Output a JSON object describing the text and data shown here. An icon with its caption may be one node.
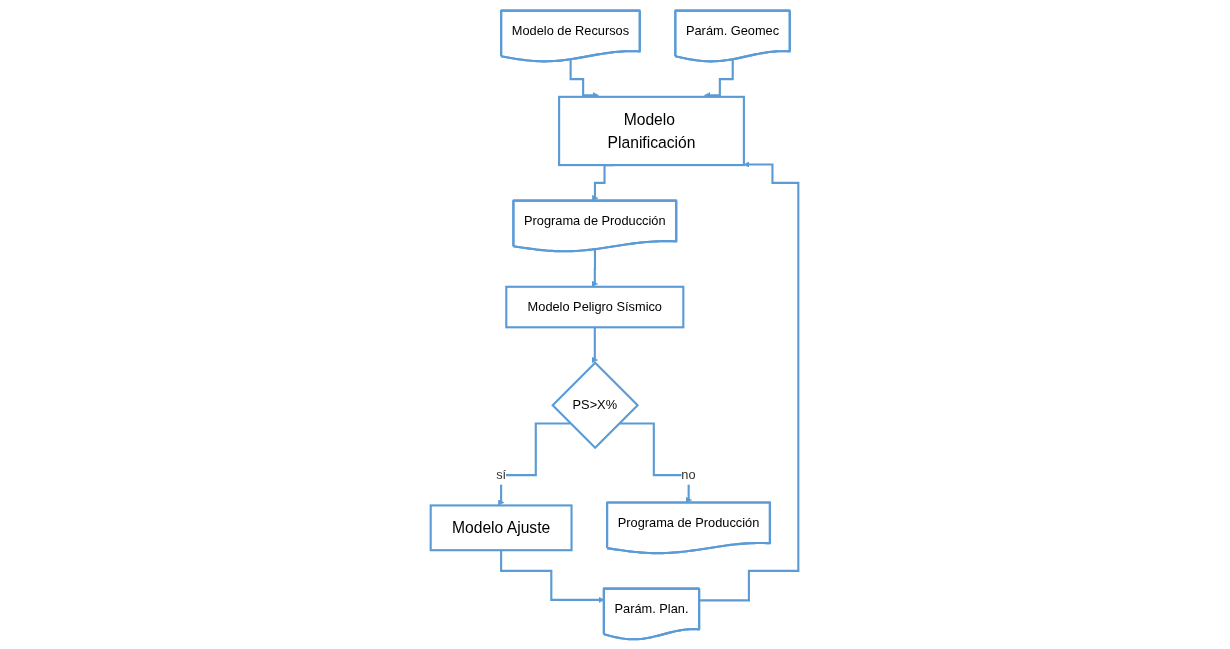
{
  "diagram": {
    "nodes": [
      {
        "text": [
          "Modelo de Recursos"
        ]
      },
      {
        "text": [
          "Parám. Geomec"
        ]
      },
      {
        "text": [
          "Parám. Plan."
        ]
      },
      {
        "text": [
          "Modelo Ajuste"
        ]
      },
      {
        "text": [
          "Modelo Planificación"
        ]
      },
      {
        "text": [
          "Programa de Producción"
        ]
      },
      {
        "text": [
          "Modelo Peligro Sísmico"
        ]
      },
      {
        "text": [
          "PS>X%"
        ]
      },
      {
        "text": [
          "Programa de Producción"
        ]
      }
    ],
    "edges": [
      {
        "from": 0,
        "to": 4,
        "arrow": "to"
      },
      {
        "from": 1,
        "to": 4,
        "arrow": "to"
      },
      {
        "from": 2,
        "to": 4,
        "arrow": "to"
      },
      {
        "from": 3,
        "to": 2,
        "arrow": "to"
      },
      {
        "from": 4,
        "to": 5,
        "arrow": "to"
      },
      {
        "from": 5,
        "to": 6,
        "arrow": "to"
      },
      {
        "from": 6,
        "to": 7,
        "arrow": "to"
      },
      {
        "from": 7,
        "to": 3,
        "label": "sí",
        "arrow": "to"
      },
      {
        "from": 7,
        "to": 8,
        "label": "no",
        "arrow": "to"
      }
    ]
  }
}
